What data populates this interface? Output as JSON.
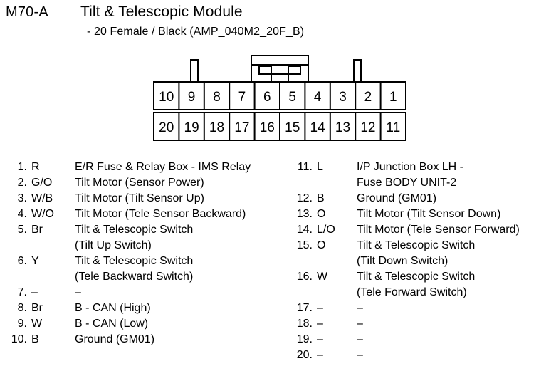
{
  "header": {
    "connector_code": "M70-A",
    "title": "Tilt & Telescopic Module",
    "subtitle": "- 20 Female / Black (AMP_040M2_20F_B)"
  },
  "connector": {
    "type": "20-pin female connector footprint",
    "row_top": [
      "10",
      "9",
      "8",
      "7",
      "6",
      "5",
      "4",
      "3",
      "2",
      "1"
    ],
    "row_bottom": [
      "20",
      "19",
      "18",
      "17",
      "16",
      "15",
      "14",
      "13",
      "12",
      "11"
    ],
    "stroke_color": "#000000",
    "fill_color": "#ffffff"
  },
  "pins": {
    "left": [
      {
        "index": "1.",
        "wire": "R",
        "desc": "E/R Fuse & Relay Box - IMS Relay",
        "desc2": ""
      },
      {
        "index": "2.",
        "wire": "G/O",
        "desc": "Tilt Motor (Sensor Power)",
        "desc2": ""
      },
      {
        "index": "3.",
        "wire": "W/B",
        "desc": "Tilt Motor (Tilt Sensor Up)",
        "desc2": ""
      },
      {
        "index": "4.",
        "wire": "W/O",
        "desc": "Tilt Motor (Tele Sensor Backward)",
        "desc2": ""
      },
      {
        "index": "5.",
        "wire": "Br",
        "desc": "Tilt & Telescopic Switch",
        "desc2": "(Tilt Up Switch)"
      },
      {
        "index": "6.",
        "wire": "Y",
        "desc": "Tilt & Telescopic Switch",
        "desc2": "(Tele Backward Switch)"
      },
      {
        "index": "7.",
        "wire": "–",
        "desc": "–",
        "desc2": ""
      },
      {
        "index": "8.",
        "wire": "Br",
        "desc": "B - CAN (High)",
        "desc2": ""
      },
      {
        "index": "9.",
        "wire": "W",
        "desc": "B - CAN (Low)",
        "desc2": ""
      },
      {
        "index": "10.",
        "wire": "B",
        "desc": "Ground (GM01)",
        "desc2": ""
      }
    ],
    "right": [
      {
        "index": "11.",
        "wire": "L",
        "desc": "I/P Junction Box LH -",
        "desc2": "Fuse BODY UNIT-2"
      },
      {
        "index": "12.",
        "wire": "B",
        "desc": "Ground (GM01)",
        "desc2": ""
      },
      {
        "index": "13.",
        "wire": "O",
        "desc": "Tilt Motor (Tilt Sensor Down)",
        "desc2": ""
      },
      {
        "index": "14.",
        "wire": "L/O",
        "desc": "Tilt Motor (Tele Sensor Forward)",
        "desc2": ""
      },
      {
        "index": "15.",
        "wire": "O",
        "desc": "Tilt & Telescopic Switch",
        "desc2": "(Tilt Down Switch)"
      },
      {
        "index": "16.",
        "wire": "W",
        "desc": "Tilt & Telescopic Switch",
        "desc2": "(Tele Forward Switch)"
      },
      {
        "index": "17.",
        "wire": "–",
        "desc": "–",
        "desc2": ""
      },
      {
        "index": "18.",
        "wire": "–",
        "desc": "–",
        "desc2": ""
      },
      {
        "index": "19.",
        "wire": "–",
        "desc": "–",
        "desc2": ""
      },
      {
        "index": "20.",
        "wire": "–",
        "desc": "–",
        "desc2": ""
      }
    ]
  }
}
